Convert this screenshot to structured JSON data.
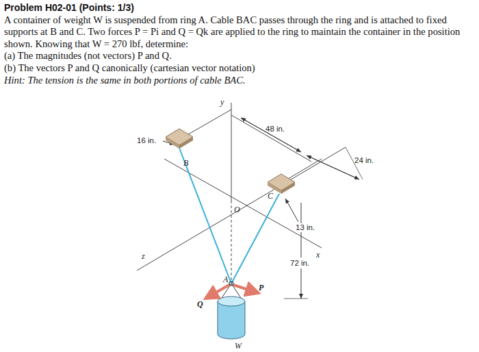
{
  "diagram": {
    "title": "Problem H02-01 (Points: 1/3)",
    "labels": [
      "A container of weight W is suspended from ring A. Cable BAC passes through the ring and is attached to fixed supports at B and C. Two forces P = Pi and Q = Qk are applied to the ring to maintain the container in the position shown. Knowing that W = 270 lbf, determine:",
      "(a) The magnitudes (not vectors) P and Q.",
      "(b) The vectors P and Q canonically (cartesian vector notation)",
      "Hint: The tension is the same in both portions of cable BAC.",
      "y",
      "16 in.",
      "48 in.",
      "24 in.",
      "B",
      "O",
      "C",
      "13 in.",
      "z",
      "x",
      "72 in.",
      "A",
      "Q",
      "P",
      "W"
    ]
  }
}
